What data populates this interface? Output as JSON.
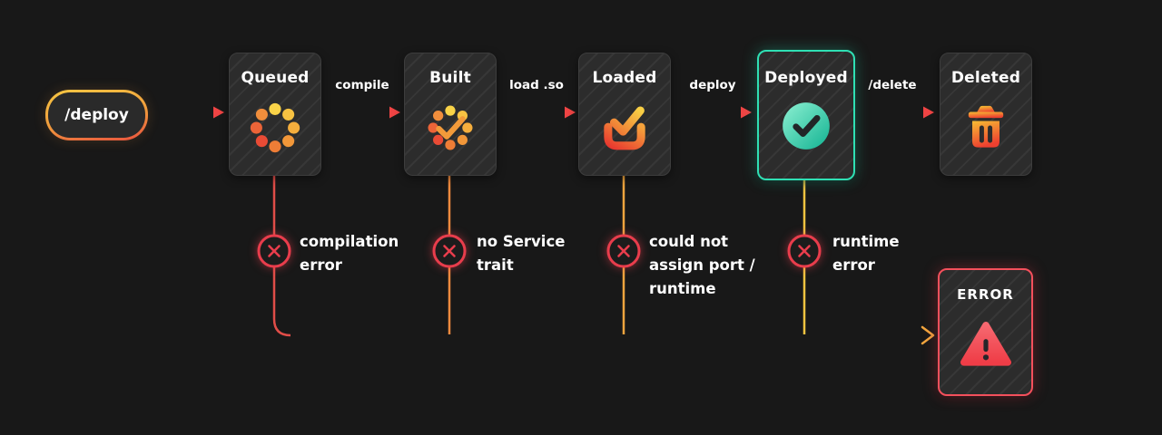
{
  "start_node": {
    "label": "/deploy"
  },
  "states": [
    {
      "label": "Queued",
      "icon": "spinner-dots-icon"
    },
    {
      "label": "Built",
      "icon": "spinner-dots-check-icon"
    },
    {
      "label": "Loaded",
      "icon": "tray-check-icon"
    },
    {
      "label": "Deployed",
      "icon": "circle-check-icon",
      "highlighted": true
    },
    {
      "label": "Deleted",
      "icon": "trash-icon"
    }
  ],
  "transitions": [
    {
      "from": "/deploy",
      "to": "Queued",
      "label": ""
    },
    {
      "from": "Queued",
      "to": "Built",
      "label": "compile"
    },
    {
      "from": "Built",
      "to": "Loaded",
      "label": "load .so"
    },
    {
      "from": "Loaded",
      "to": "Deployed",
      "label": "deploy"
    },
    {
      "from": "Deployed",
      "to": "Deleted",
      "label": "/delete"
    }
  ],
  "error_node": {
    "label": "ERROR",
    "icon": "warning-triangle-icon"
  },
  "error_paths": [
    {
      "from": "Queued",
      "label": "compilation\nerror"
    },
    {
      "from": "Built",
      "label": "no Service\ntrait"
    },
    {
      "from": "Loaded",
      "label": "could not\nassign port /\nruntime"
    },
    {
      "from": "Deployed",
      "label": "runtime\nerror"
    }
  ],
  "colors": {
    "background": "#181818",
    "card_background": "#2c2c2c",
    "error_red": "#e83d4c",
    "warning_orange": "#f0923a",
    "yellow": "#f7c843",
    "teal": "#2fe0b4",
    "text": "#ffffff"
  }
}
